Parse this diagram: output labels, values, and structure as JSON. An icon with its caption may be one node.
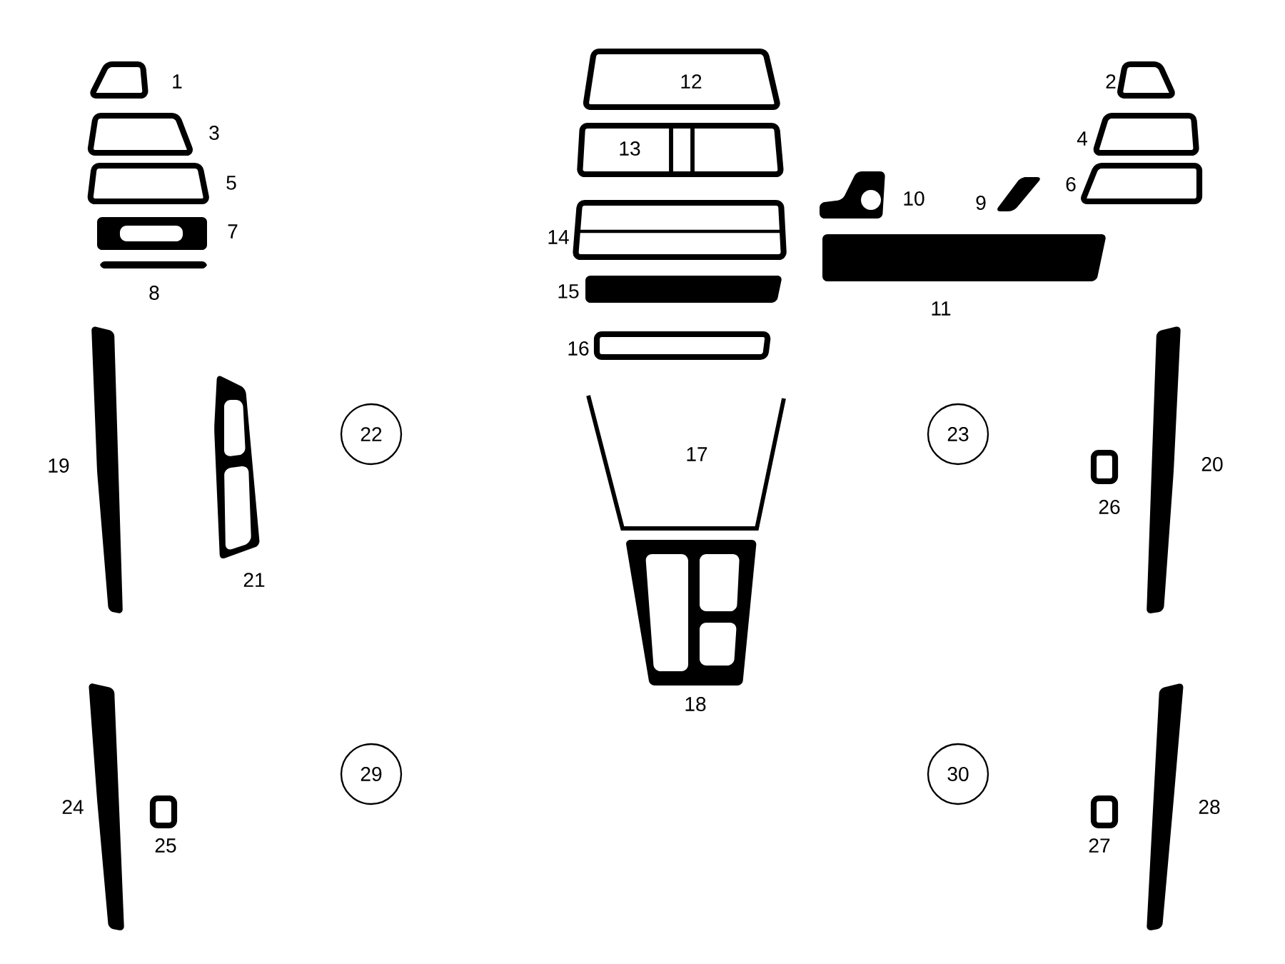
{
  "diagram": {
    "nodes": [
      {
        "text": [
          "22"
        ]
      },
      {
        "text": [
          "23"
        ]
      },
      {
        "text": [
          "29"
        ]
      },
      {
        "text": [
          "30"
        ]
      }
    ],
    "edges": [],
    "labels": [
      "1",
      "12",
      "2",
      "3",
      "4",
      "13",
      "5",
      "6",
      "10",
      "9",
      "7",
      "14",
      "8",
      "15",
      "11",
      "16",
      "19",
      "17",
      "20",
      "26",
      "21",
      "18",
      "24",
      "28",
      "25",
      "27"
    ]
  }
}
